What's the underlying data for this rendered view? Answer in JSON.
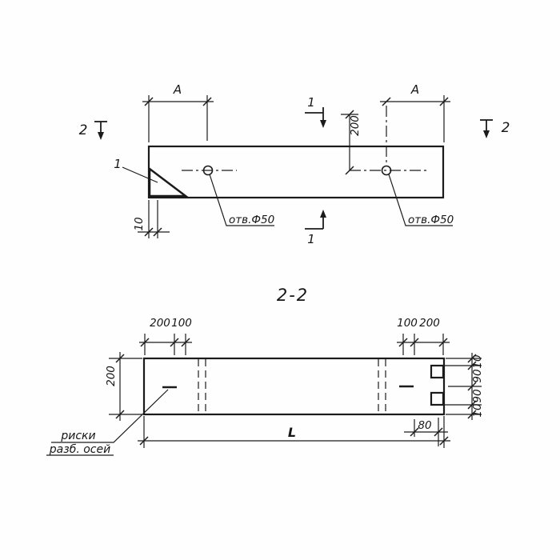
{
  "plan_view": {
    "detail_callout": "1",
    "dim_A_left": "A",
    "dim_A_right": "A",
    "dim_200": "200",
    "dim_10": "10",
    "hole_label_left": "отв.Ф50",
    "hole_label_right": "отв.Ф50",
    "section1_top": "1",
    "section1_bottom": "1",
    "section2_left": "2",
    "section2_right": "2"
  },
  "section_view": {
    "title": "2-2",
    "dim_left_200": "200",
    "dim_top_left_200": "200",
    "dim_top_left_100": "100",
    "dim_top_right_100": "100",
    "dim_top_right_200": "200",
    "dim_right_10_top": "10",
    "dim_right_90_upper": "90",
    "dim_right_90_lower": "90",
    "dim_right_10_bottom": "10",
    "dim_80": "80",
    "dim_L": "L",
    "axis_label_line1": "риски",
    "axis_label_line2": "разб. осей"
  }
}
